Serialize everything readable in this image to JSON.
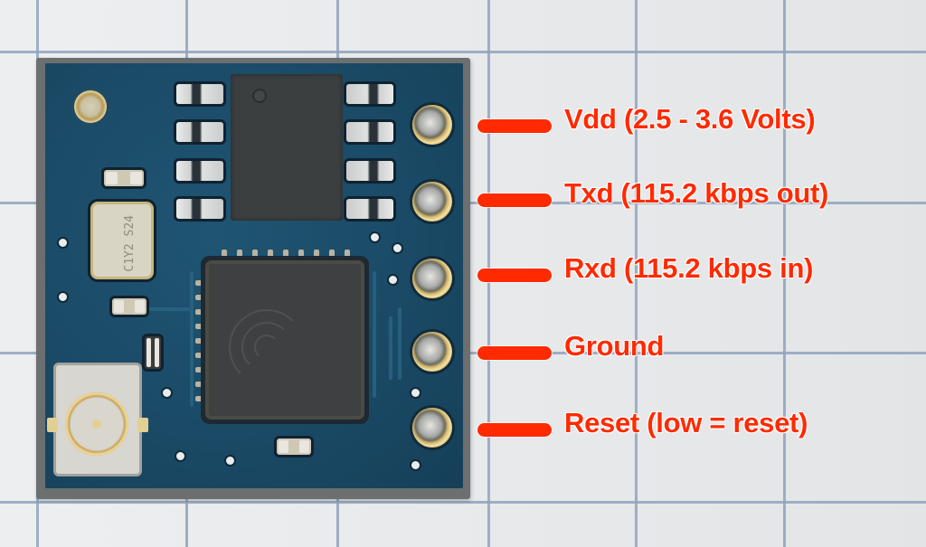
{
  "image": {
    "subject": "ESP8266 Wi-Fi module pinout",
    "background": "graph paper",
    "colors": {
      "annotation_red": "#ff2a00",
      "pcb_blue": "#1a4a66",
      "grid_blue": "#8fa3bd",
      "paper": "#e7e9eb",
      "gold": "#d2b56a"
    }
  },
  "board": {
    "crystal_marking": "C1Y2 S24"
  },
  "pins": [
    {
      "name": "Vdd",
      "label": "Vdd (2.5 - 3.6 Volts)"
    },
    {
      "name": "Txd",
      "label": "Txd (115.2 kbps out)"
    },
    {
      "name": "Rxd",
      "label": "Rxd (115.2 kbps in)"
    },
    {
      "name": "Ground",
      "label": "Ground"
    },
    {
      "name": "Reset",
      "label": "Reset (low = reset)"
    }
  ]
}
